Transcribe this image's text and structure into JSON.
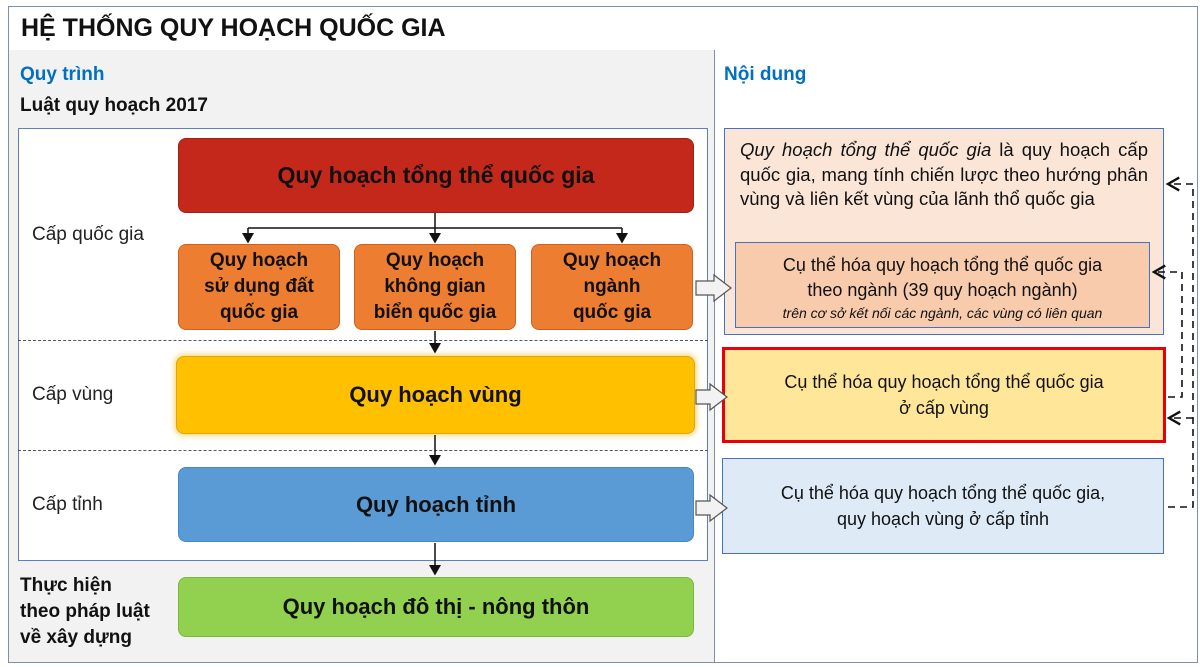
{
  "title": "HỆ THỐNG QUY HOẠCH QUỐC GIA",
  "left": {
    "heading": "Quy trình",
    "subheading": "Luật quy hoạch 2017",
    "levels": {
      "national": "Cấp quốc gia",
      "regional": "Cấp vùng",
      "provincial": "Cấp tỉnh",
      "construction": [
        "Thực hiện",
        "theo pháp luật",
        "về xây dựng"
      ]
    },
    "boxes": {
      "master": "Quy hoạch tổng thể quốc gia",
      "land_use": [
        "Quy hoạch",
        "sử dụng đất",
        "quốc gia"
      ],
      "marine": [
        "Quy hoạch",
        "không gian",
        "biển quốc gia"
      ],
      "sector": [
        "Quy hoạch",
        "ngành",
        "quốc gia"
      ],
      "regional": "Quy hoạch vùng",
      "provincial": "Quy hoạch tỉnh",
      "urban_rural": "Quy hoạch đô thị - nông thôn"
    }
  },
  "right": {
    "heading": "Nội dung",
    "master_desc_italic": "Quy hoạch tổng thể quốc gia",
    "master_desc_rest": " là quy hoạch cấp quốc gia, mang tính chiến lược theo hướng phân vùng và liên kết vùng của lãnh thổ quốc gia",
    "sector_desc": [
      "Cụ thể hóa quy hoạch tổng thể quốc gia",
      "theo ngành (39 quy hoạch ngành)"
    ],
    "sector_note": "trên cơ sở kết nối các ngành, các vùng có liên quan",
    "regional_desc": [
      "Cụ thể hóa quy hoạch tổng thể quốc gia",
      "ở cấp vùng"
    ],
    "provincial_desc": [
      "Cụ thể hóa quy hoạch tổng thể quốc gia,",
      "quy hoạch vùng ở cấp tỉnh"
    ]
  },
  "colors": {
    "accent_blue": "#0070c0",
    "master": "#c4281a",
    "national": "#ed7d31",
    "regional": "#ffc000",
    "provincial": "#5b9bd5",
    "urban_rural": "#92d050",
    "highlight_border": "#e8000b"
  }
}
